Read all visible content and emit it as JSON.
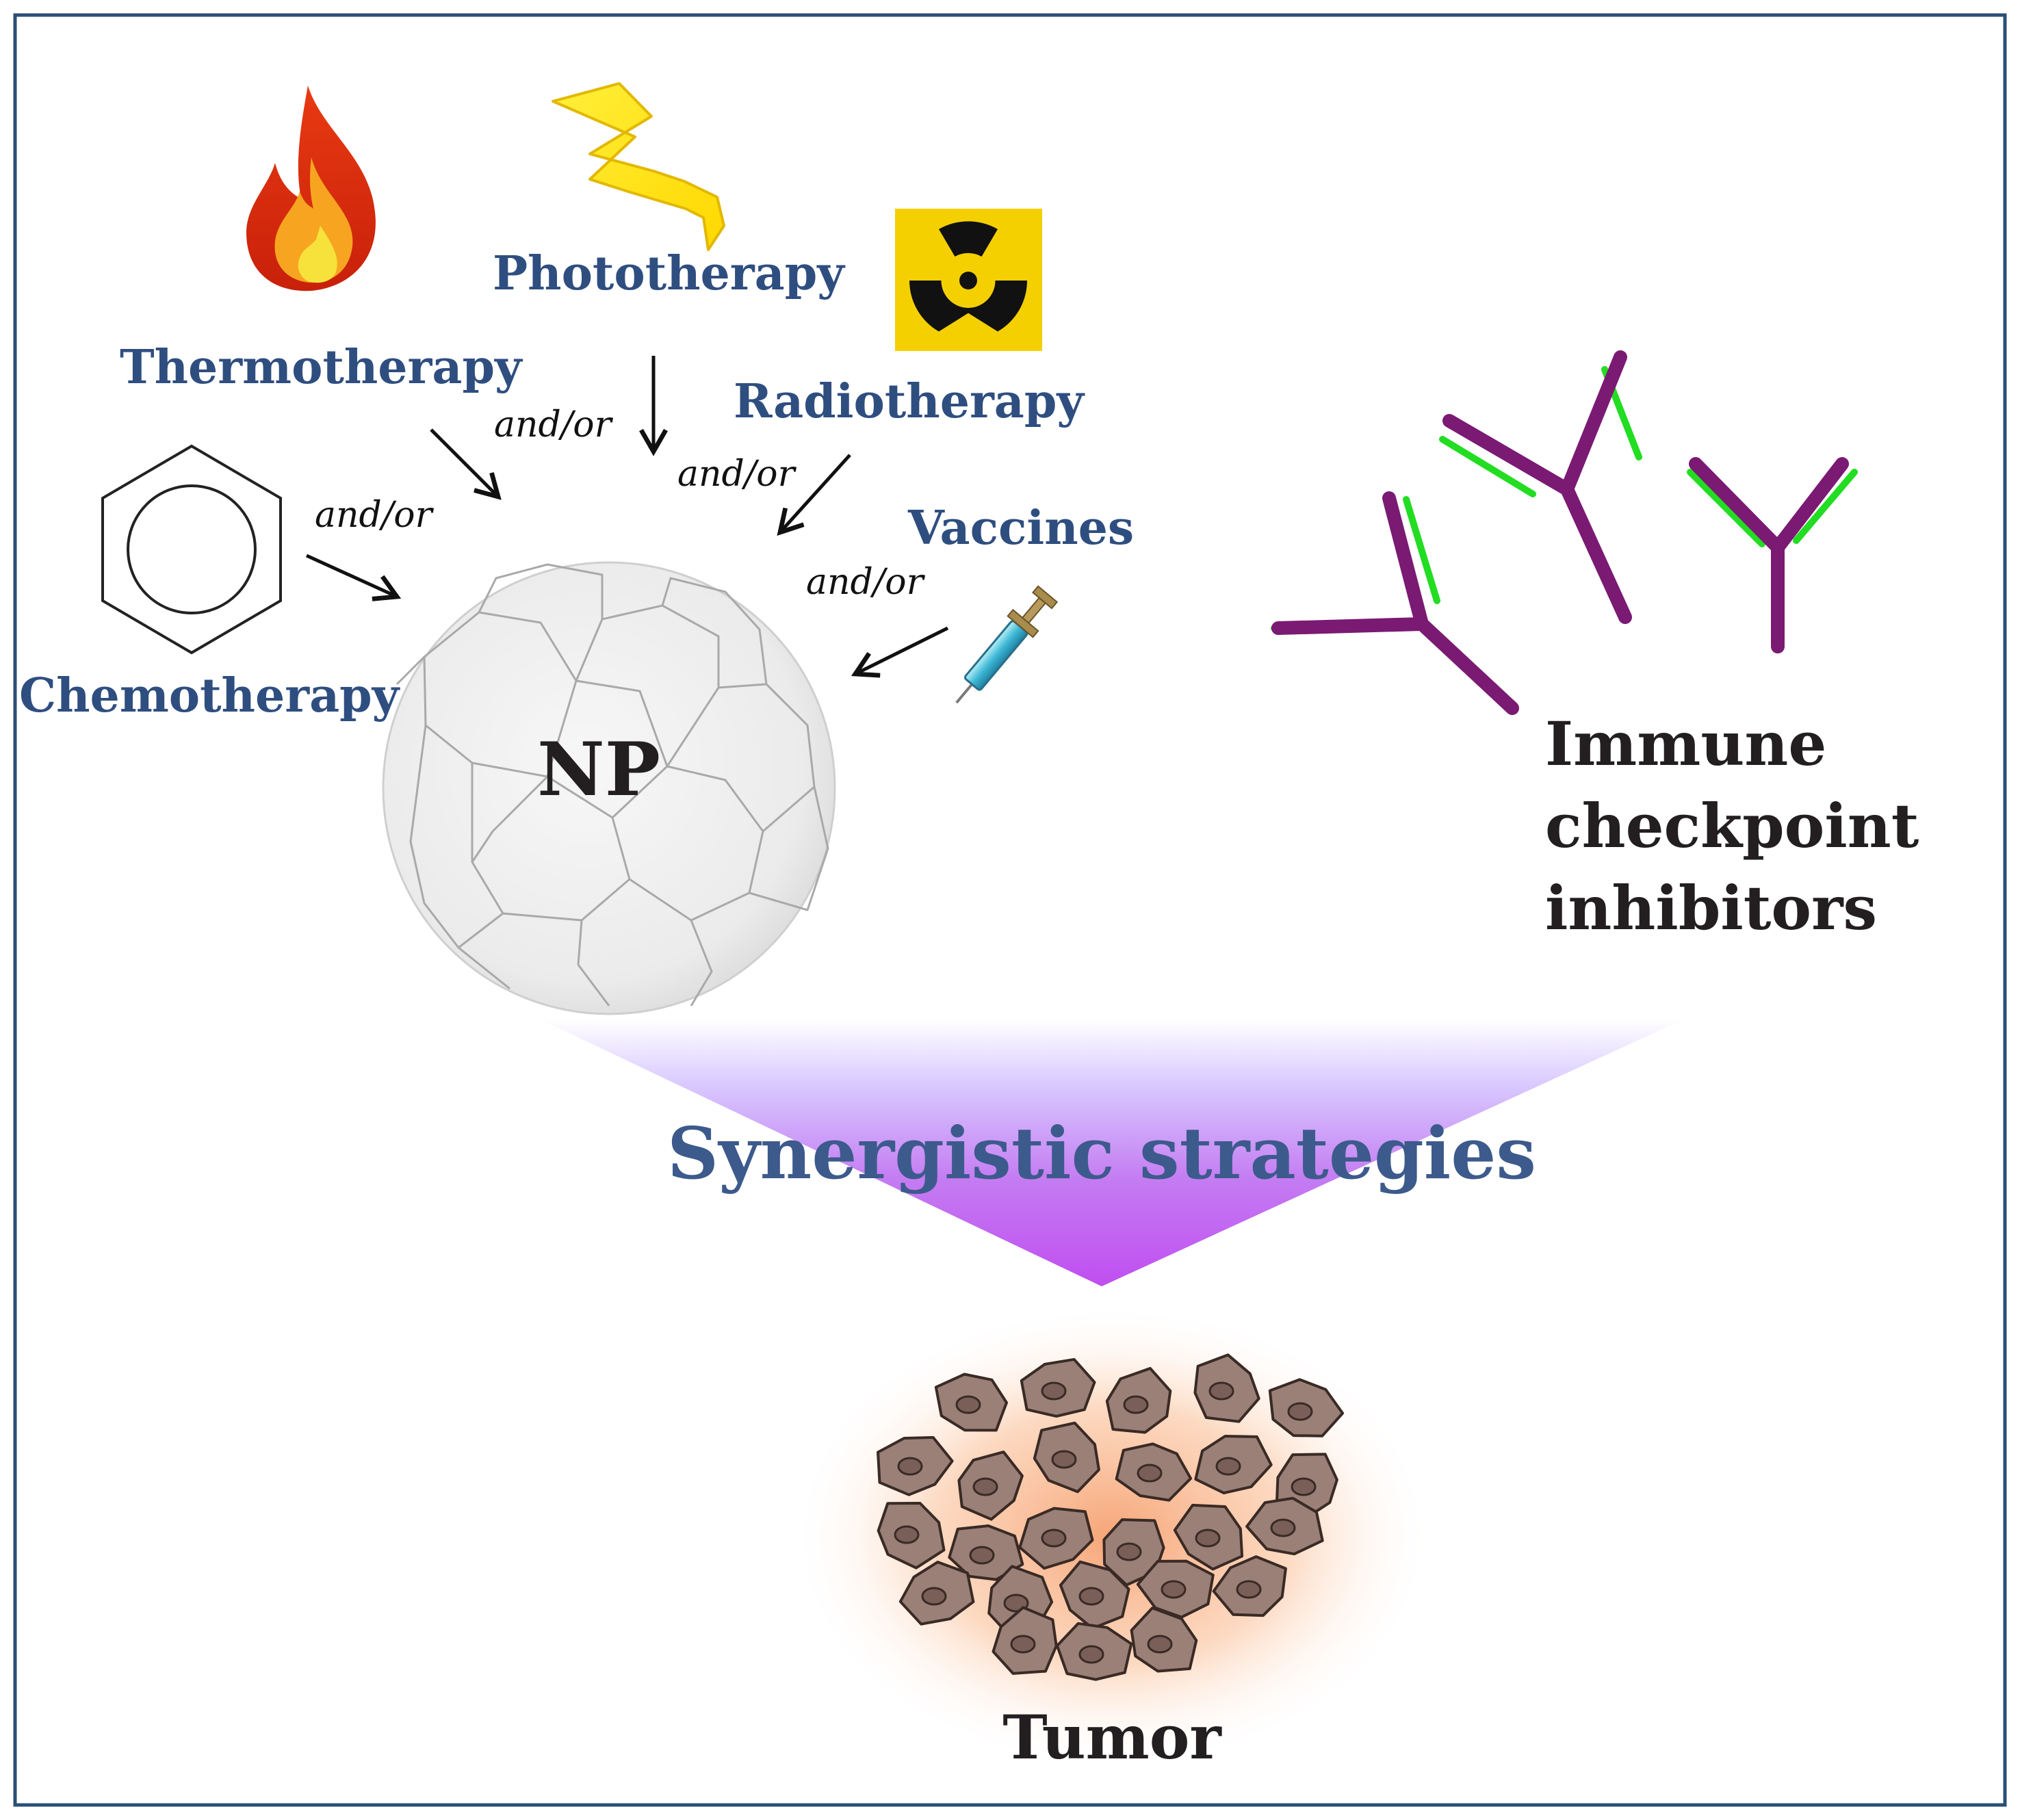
{
  "labels": {
    "thermotherapy": "Thermotherapy",
    "phototherapy": "Phototherapy",
    "radiotherapy": "Radiotherapy",
    "chemotherapy": "Chemotherapy",
    "vaccines": "Vaccines",
    "np": "NP",
    "immune_line1": "Immune",
    "immune_line2": "checkpoint",
    "immune_line3": "inhibitors",
    "synergy": "Synergistic strategies",
    "tumor": "Tumor"
  },
  "connectors": [
    "and/or",
    "and/or",
    "and/or",
    "and/or"
  ],
  "icons": [
    "fire-icon",
    "lightning-icon",
    "radiation-icon",
    "benzene-ring-icon",
    "syringe-icon",
    "antibody-icon"
  ],
  "colors": {
    "frame": "#2a4f78",
    "label_blue": "#2f4e80",
    "dark_text": "#231f20",
    "antibody_purple": "#7a1a73",
    "antibody_green": "#22dd22",
    "radiation_yellow": "#f4d000",
    "tumor_cell": "#9a8077"
  }
}
